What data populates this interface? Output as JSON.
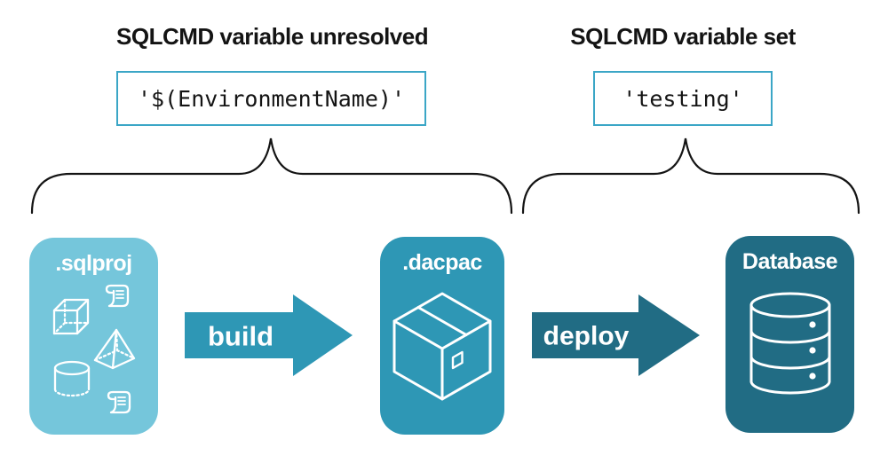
{
  "title": "SQLCMD variable resolution during sqlproj build and deploy",
  "labels": {
    "heading_left": "SQLCMD variable unresolved",
    "heading_right": "SQLCMD variable set",
    "code_left": "'$(EnvironmentName)'",
    "code_right": "'testing'",
    "box_sqlproj": ".sqlproj",
    "box_dacpac": ".dacpac",
    "box_database": "Database",
    "arrow_build": "build",
    "arrow_deploy": "deploy"
  },
  "icons": {
    "sqlproj": [
      "scroll-icon",
      "cube-icon",
      "pyramid-icon",
      "cylinder-icon",
      "scroll-icon"
    ],
    "dacpac": "package-box-icon",
    "database": "database-cylinder-icon"
  },
  "colors": {
    "background": "#FFFFFF",
    "text": "#141414",
    "light_blue": "#75C6DB",
    "teal": "#2E97B5",
    "dark_teal": "#216C84",
    "code_border": "#3BA6C6",
    "icon_white": "#FFFFFF"
  }
}
